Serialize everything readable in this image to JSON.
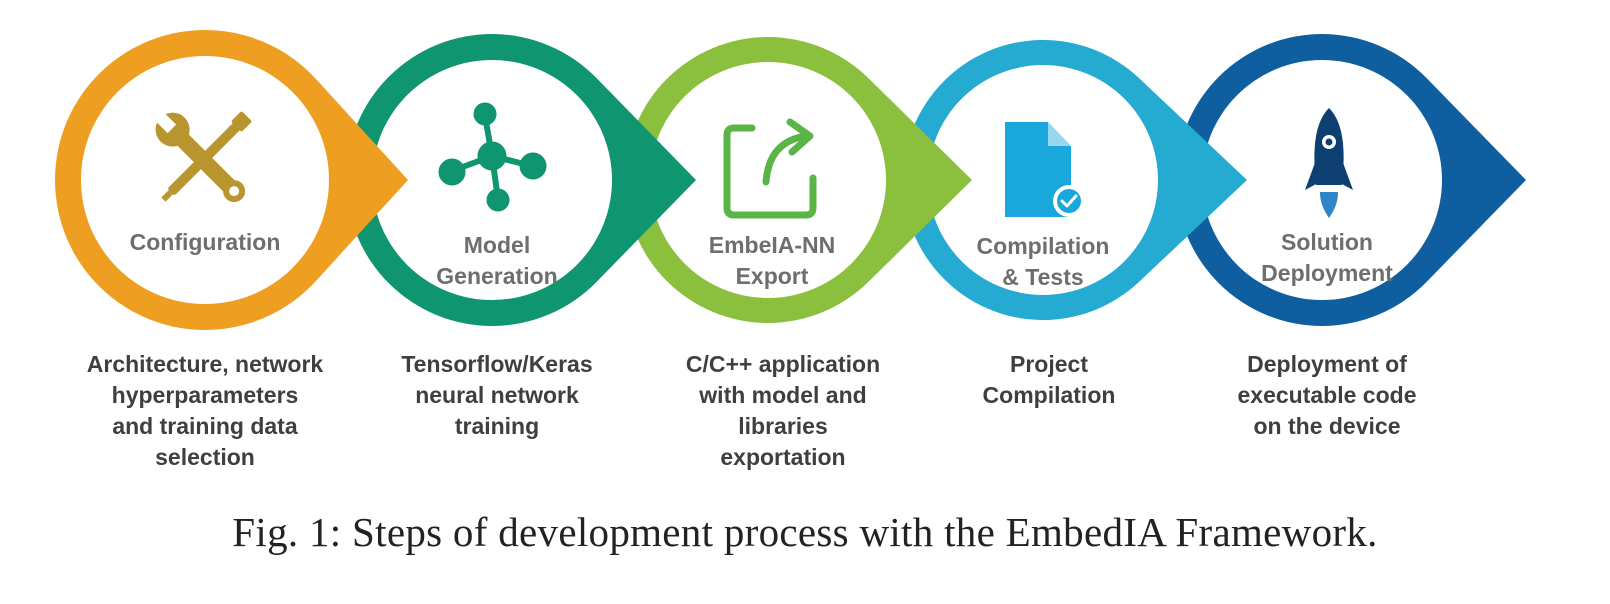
{
  "steps": [
    {
      "icon": "wrench-screwdriver-icon",
      "color": "#EE9F22",
      "title_lines": [
        "Configuration"
      ],
      "desc_lines": [
        "Architecture, network",
        "hyperparameters",
        "and training data",
        "selection"
      ]
    },
    {
      "icon": "network-nodes-icon",
      "color": "#0F9570",
      "title_lines": [
        "Model",
        "Generation"
      ],
      "desc_lines": [
        "Tensorflow/Keras",
        "neural network",
        "training"
      ]
    },
    {
      "icon": "export-arrow-icon",
      "color": "#8BC03F",
      "title_lines": [
        "EmbeIA-NN",
        "Export"
      ],
      "desc_lines": [
        "C/C++ application",
        "with model and",
        "libraries",
        "exportation"
      ]
    },
    {
      "icon": "document-check-icon",
      "color": "#25AAD2",
      "title_lines": [
        "Compilation",
        "& Tests"
      ],
      "desc_lines": [
        "Project",
        "Compilation"
      ]
    },
    {
      "icon": "rocket-icon",
      "color": "#0F5FA0",
      "title_lines": [
        "Solution",
        "Deployment"
      ],
      "desc_lines": [
        "Deployment of",
        "executable code",
        "on the device"
      ]
    }
  ],
  "colors": {
    "wrench": "#B9952F",
    "network_nodes": "#0F9570",
    "export_icon": "#5BB546",
    "document": "#1AA7DC",
    "rocket": "#0E3F72",
    "rocket_flame": "#2E86C8"
  },
  "caption": "Fig. 1: Steps of development process with the EmbedIA Framework."
}
